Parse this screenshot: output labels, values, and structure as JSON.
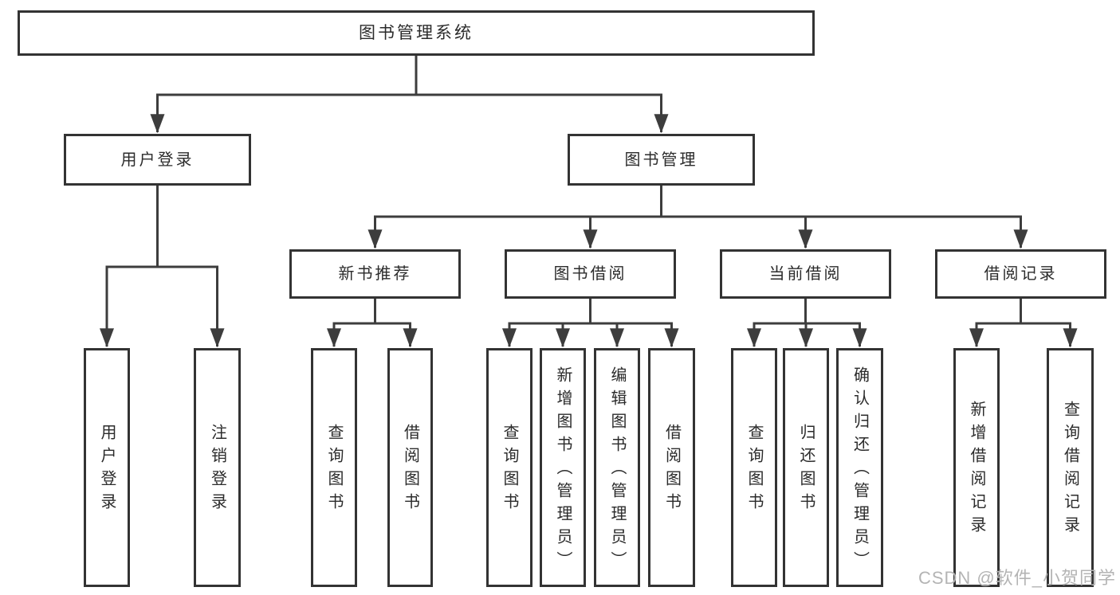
{
  "diagram": {
    "root": "图书管理系统",
    "level2": {
      "user_login": "用户登录",
      "book_mgmt": "图书管理"
    },
    "user_login_children": [
      "用户登录",
      "注销登录"
    ],
    "book_mgmt_children": {
      "new_books": "新书推荐",
      "borrowing": "图书借阅",
      "current": "当前借阅",
      "records": "借阅记录"
    },
    "new_books_children": [
      "查询图书",
      "借阅图书"
    ],
    "borrowing_children": [
      "查询图书",
      "新增图书（管理员）",
      "编辑图书（管理员）",
      "借阅图书"
    ],
    "current_children": [
      "查询图书",
      "归还图书",
      "确认归还（管理员）"
    ],
    "records_children": [
      "新增借阅记录",
      "查询借阅记录"
    ]
  },
  "watermark": "CSDN @软件_小贺同学",
  "colors": {
    "line": "#3d3d3d",
    "box_border": "#333333",
    "text": "#2b2b2b",
    "watermark": "#b4b4b4",
    "background": "#ffffff"
  }
}
